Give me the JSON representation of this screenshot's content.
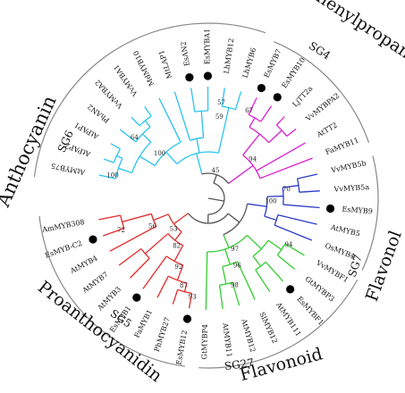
{
  "colors": {
    "anthocyanin": "#29c2ef",
    "phenylpropanoid": "#e12b2b",
    "flavonol": "#33cc33",
    "flavonoid": "#2a3bc7",
    "proanthocyanidin": "#d81fd0",
    "trunk": "#555555",
    "arc": "#888888"
  },
  "groups": [
    {
      "id": "sg4",
      "name": "Phenylpropanoid",
      "code": "SG4"
    },
    {
      "id": "sg6",
      "name": "Anthocyanin",
      "code": "SG6"
    },
    {
      "id": "sg7",
      "name": "Flavonol",
      "code": "SG7"
    },
    {
      "id": "sg27",
      "name": "Flavonoid",
      "code": "SG27"
    },
    {
      "id": "sg5",
      "name": "Proanthocyanidin",
      "code": "SG5"
    }
  ],
  "leaves": [
    {
      "label": "AtMYB75",
      "clade": "anthocyanin",
      "dot": false
    },
    {
      "label": "AtPAP2",
      "clade": "anthocyanin",
      "dot": false
    },
    {
      "label": "AtPAP1",
      "clade": "anthocyanin",
      "dot": false
    },
    {
      "label": "PhAN2",
      "clade": "anthocyanin",
      "dot": false
    },
    {
      "label": "VvMYBA2",
      "clade": "anthocyanin",
      "dot": false
    },
    {
      "label": "VvMYBA1",
      "clade": "anthocyanin",
      "dot": false
    },
    {
      "label": "MdMYB10",
      "clade": "anthocyanin",
      "dot": false
    },
    {
      "label": "MtLAP1",
      "clade": "anthocyanin",
      "dot": false
    },
    {
      "label": "EsAN2",
      "clade": "anthocyanin",
      "dot": true
    },
    {
      "label": "EsMYBA1",
      "clade": "anthocyanin",
      "dot": true
    },
    {
      "label": "LhMYB12",
      "clade": "anthocyanin",
      "dot": false
    },
    {
      "label": "LhMYB6",
      "clade": "anthocyanin",
      "dot": false
    },
    {
      "label": "EsMYB7",
      "clade": "proanthocyanidin",
      "dot": true
    },
    {
      "label": "EsMYB10",
      "clade": "proanthocyanidin",
      "dot": true
    },
    {
      "label": "LjTT2a",
      "clade": "proanthocyanidin",
      "dot": false
    },
    {
      "label": "VvMYBPA2",
      "clade": "proanthocyanidin",
      "dot": false
    },
    {
      "label": "AtTT2",
      "clade": "proanthocyanidin",
      "dot": false
    },
    {
      "label": "FaMYB11",
      "clade": "proanthocyanidin",
      "dot": false
    },
    {
      "label": "VvMYB5b",
      "clade": "flavonoid",
      "dot": false
    },
    {
      "label": "VvMYB5a",
      "clade": "flavonoid",
      "dot": false
    },
    {
      "label": "EsMYB9",
      "clade": "flavonoid",
      "dot": true
    },
    {
      "label": "AtMYB5",
      "clade": "flavonoid",
      "dot": false
    },
    {
      "label": "OsMYB4",
      "clade": "flavonoid",
      "dot": false
    },
    {
      "label": "VvMYBF1",
      "clade": "flavonol",
      "dot": false
    },
    {
      "label": "GtMYBP3",
      "clade": "flavonol",
      "dot": false
    },
    {
      "label": "EsMYBF1",
      "clade": "flavonol",
      "dot": true
    },
    {
      "label": "AtMYB111",
      "clade": "flavonol",
      "dot": false
    },
    {
      "label": "SlMYB12",
      "clade": "flavonol",
      "dot": false
    },
    {
      "label": "AtMYB12",
      "clade": "flavonol",
      "dot": false
    },
    {
      "label": "AtMYB11",
      "clade": "flavonol",
      "dot": false
    },
    {
      "label": "GtMYBP4",
      "clade": "flavonol",
      "dot": false
    },
    {
      "label": "EsMYB12",
      "clade": "phenylpropanoid",
      "dot": true
    },
    {
      "label": "PhMYB27",
      "clade": "phenylpropanoid",
      "dot": false
    },
    {
      "label": "FaMYB1",
      "clade": "phenylpropanoid",
      "dot": false
    },
    {
      "label": "EsMYB1",
      "clade": "phenylpropanoid",
      "dot": true
    },
    {
      "label": "AtMYB3",
      "clade": "phenylpropanoid",
      "dot": false
    },
    {
      "label": "AtMYB7",
      "clade": "phenylpropanoid",
      "dot": false
    },
    {
      "label": "AtMYB4",
      "clade": "phenylpropanoid",
      "dot": false
    },
    {
      "label": "EsMYB-C2",
      "clade": "phenylpropanoid",
      "dot": true
    },
    {
      "label": "AmMYB308",
      "clade": "phenylpropanoid",
      "dot": false
    }
  ],
  "bootstrap": [
    "100",
    "64",
    "100",
    "57",
    "59",
    "67",
    "94",
    "100",
    "70",
    "94",
    "98",
    "96",
    "97",
    "93",
    "87",
    "53",
    "92",
    "82",
    "56",
    "72",
    "45"
  ]
}
